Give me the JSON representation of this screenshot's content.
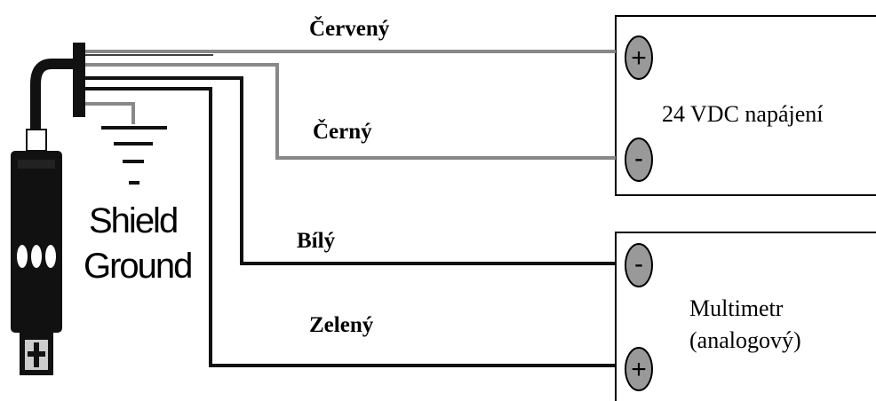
{
  "wires": {
    "red": "Červený",
    "black": "Černý",
    "white": "Bílý",
    "green": "Zelený"
  },
  "shield_ground": {
    "line1": "Shield",
    "line2": "Ground"
  },
  "power_supply": {
    "label": "24 VDC napájení",
    "plus": "+",
    "minus": "-"
  },
  "multimeter": {
    "line1": "Multimetr",
    "line2": "(analogový)",
    "plus": "+",
    "minus": "-"
  },
  "colors": {
    "wire_dark": "#111111",
    "wire_gray": "#888888",
    "terminal_fill": "#999999"
  }
}
